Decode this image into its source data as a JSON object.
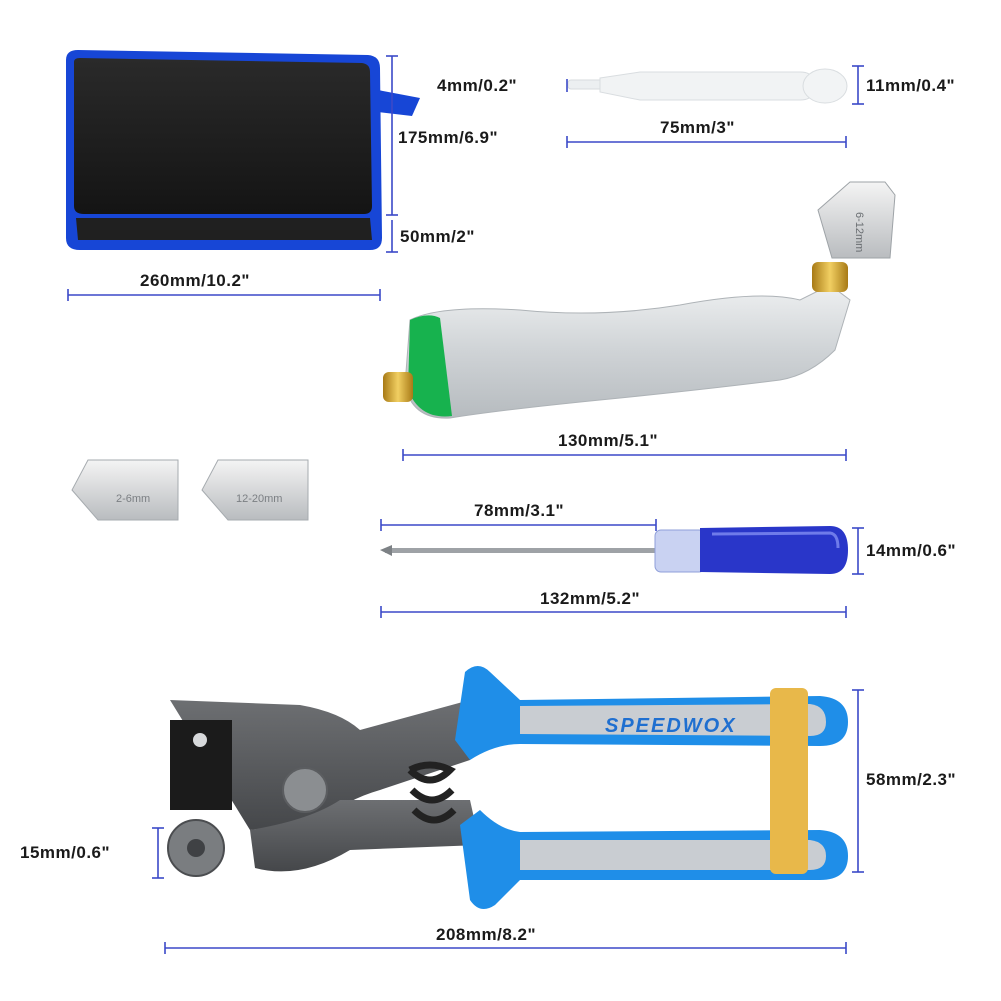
{
  "colors": {
    "dimension_line": "#3b49c8",
    "label_text": "#1a1a1a",
    "pouch_body": "#1e1e1e",
    "pouch_trim": "#1746d6",
    "handle_blue": "#1f8ee8",
    "handle_gray": "#c9cdd2",
    "cutter_body": "#d5d8da",
    "cutter_green": "#17b24e",
    "brass": "#c99a2c",
    "rubber_band": "#e8b84a"
  },
  "dimensions": {
    "pouch_height": "175mm/6.9\"",
    "pouch_depth": "50mm/2\"",
    "pouch_width": "260mm/10.2\"",
    "dropper_tip": "4mm/0.2\"",
    "dropper_bulb": "11mm/0.4\"",
    "dropper_length": "75mm/3\"",
    "cutter_length": "130mm/5.1\"",
    "screwdriver_shaft": "78mm/3.1\"",
    "screwdriver_handle": "14mm/0.6\"",
    "screwdriver_length": "132mm/5.2\"",
    "pliers_spread": "58mm/2.3\"",
    "pliers_wheel": "15mm/0.6\"",
    "pliers_length": "208mm/8.2\""
  },
  "products": {
    "cutter_head_label": "6-12mm",
    "head_small_label": "2-6mm",
    "head_large_label": "12-20mm",
    "pliers_brand": "SPEEDWOX"
  },
  "icons": {
    "pouch": "tool-pouch-image",
    "dropper": "oil-dropper-image",
    "cutter": "glass-cutter-image",
    "screwdriver": "screwdriver-image",
    "pliers": "running-pliers-image"
  }
}
